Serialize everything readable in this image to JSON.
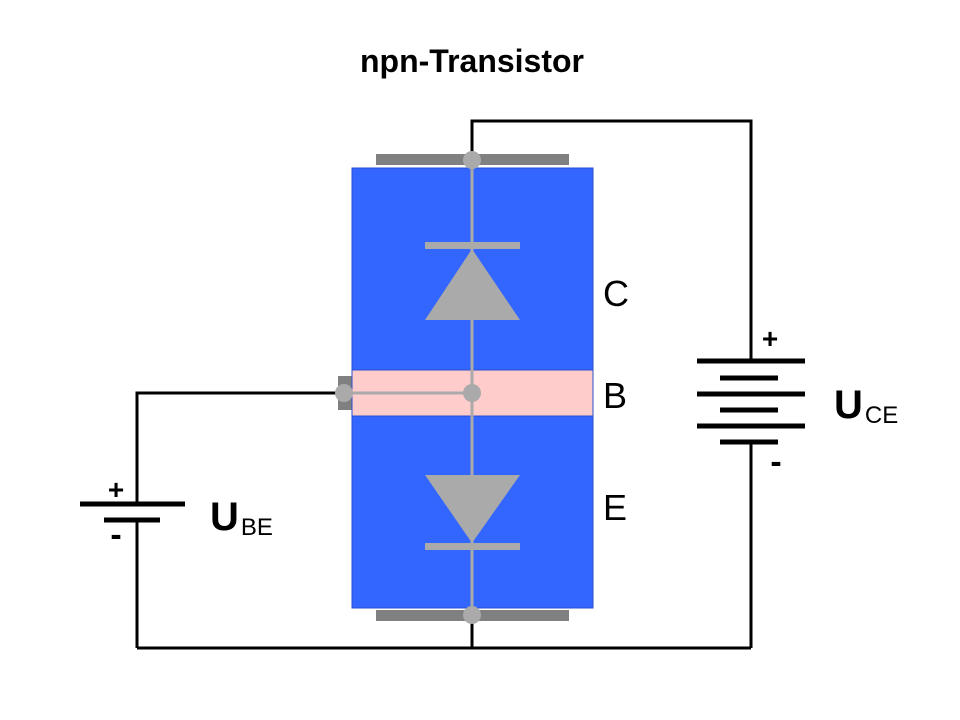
{
  "title": "npn-Transistor",
  "regions": {
    "collector": "C",
    "base": "B",
    "emitter": "E"
  },
  "base_battery": {
    "plus": "+",
    "minus": "-",
    "symbol": "U",
    "subscript": "BE"
  },
  "collector_battery": {
    "plus": "+",
    "minus": "-",
    "symbol": "U",
    "subscript": "CE"
  },
  "colors": {
    "n_region": "#3366ff",
    "p_region": "#ffcccc",
    "diode": "#aaaaaa",
    "contact": "#808080",
    "wire": "#000000"
  }
}
